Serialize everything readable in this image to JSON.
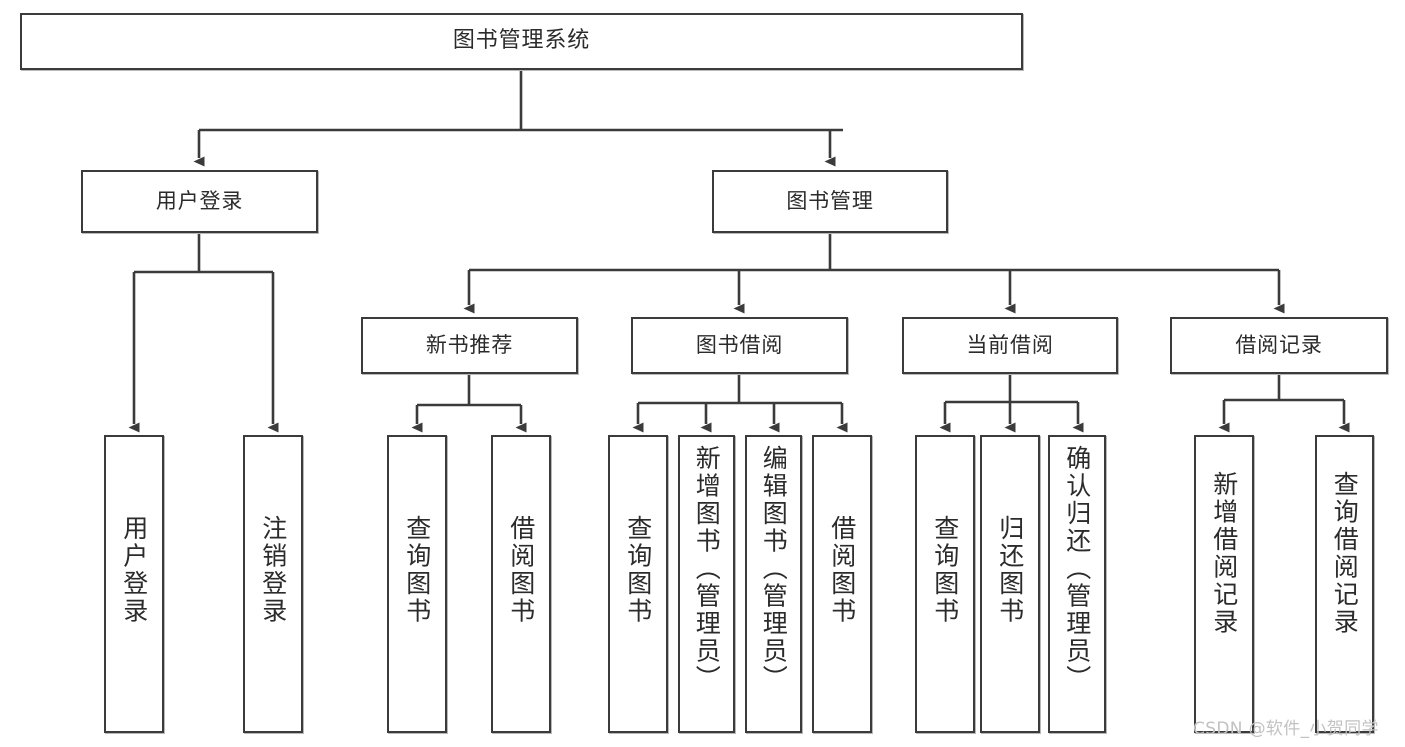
{
  "diagram": {
    "type": "tree-hierarchy",
    "title": "图书管理系统",
    "colors": {
      "box_border": "#3b3b3b",
      "box_fill": "#ffffff",
      "edge": "#3b3b3b",
      "text": "#2b2b2b",
      "watermark": "#c2c2c2",
      "background": "#ffffff"
    },
    "levels": {
      "level1": [
        {
          "id": "root",
          "label": "图书管理系统",
          "orientation": "horizontal"
        }
      ],
      "level2": [
        {
          "id": "user-login",
          "label": "用户登录",
          "orientation": "horizontal"
        },
        {
          "id": "book-manage",
          "label": "图书管理",
          "orientation": "horizontal"
        }
      ],
      "level3": [
        {
          "id": "new-book-rec",
          "label": "新书推荐",
          "orientation": "horizontal"
        },
        {
          "id": "book-borrow",
          "label": "图书借阅",
          "orientation": "horizontal"
        },
        {
          "id": "current-borrow",
          "label": "当前借阅",
          "orientation": "horizontal"
        },
        {
          "id": "borrow-record",
          "label": "借阅记录",
          "orientation": "horizontal"
        }
      ],
      "level4": [
        {
          "id": "leaf-user-login",
          "label": "用户登录",
          "parent": "user-login",
          "orientation": "vertical"
        },
        {
          "id": "leaf-logout-login",
          "label": "注销登录",
          "parent": "user-login",
          "orientation": "vertical"
        },
        {
          "id": "leaf-query-book-1",
          "label": "查询图书",
          "parent": "new-book-rec",
          "orientation": "vertical"
        },
        {
          "id": "leaf-borrow-book-1",
          "label": "借阅图书",
          "parent": "new-book-rec",
          "orientation": "vertical"
        },
        {
          "id": "leaf-query-book-2",
          "label": "查询图书",
          "parent": "book-borrow",
          "orientation": "vertical"
        },
        {
          "id": "leaf-add-book",
          "label": "新增图书（管理员）",
          "parent": "book-borrow",
          "orientation": "vertical"
        },
        {
          "id": "leaf-edit-book",
          "label": "编辑图书（管理员）",
          "parent": "book-borrow",
          "orientation": "vertical"
        },
        {
          "id": "leaf-borrow-book-2",
          "label": "借阅图书",
          "parent": "book-borrow",
          "orientation": "vertical"
        },
        {
          "id": "leaf-query-book-3",
          "label": "查询图书",
          "parent": "current-borrow",
          "orientation": "vertical"
        },
        {
          "id": "leaf-return-book",
          "label": "归还图书",
          "parent": "current-borrow",
          "orientation": "vertical"
        },
        {
          "id": "leaf-confirm-return",
          "label": "确认归还（管理员）",
          "parent": "current-borrow",
          "orientation": "vertical"
        },
        {
          "id": "leaf-add-record",
          "label": "新增借阅记录",
          "parent": "borrow-record",
          "orientation": "vertical"
        },
        {
          "id": "leaf-query-record",
          "label": "查询借阅记录",
          "parent": "borrow-record",
          "orientation": "vertical"
        }
      ]
    },
    "watermark": "CSDN @软件_小贺同学"
  }
}
